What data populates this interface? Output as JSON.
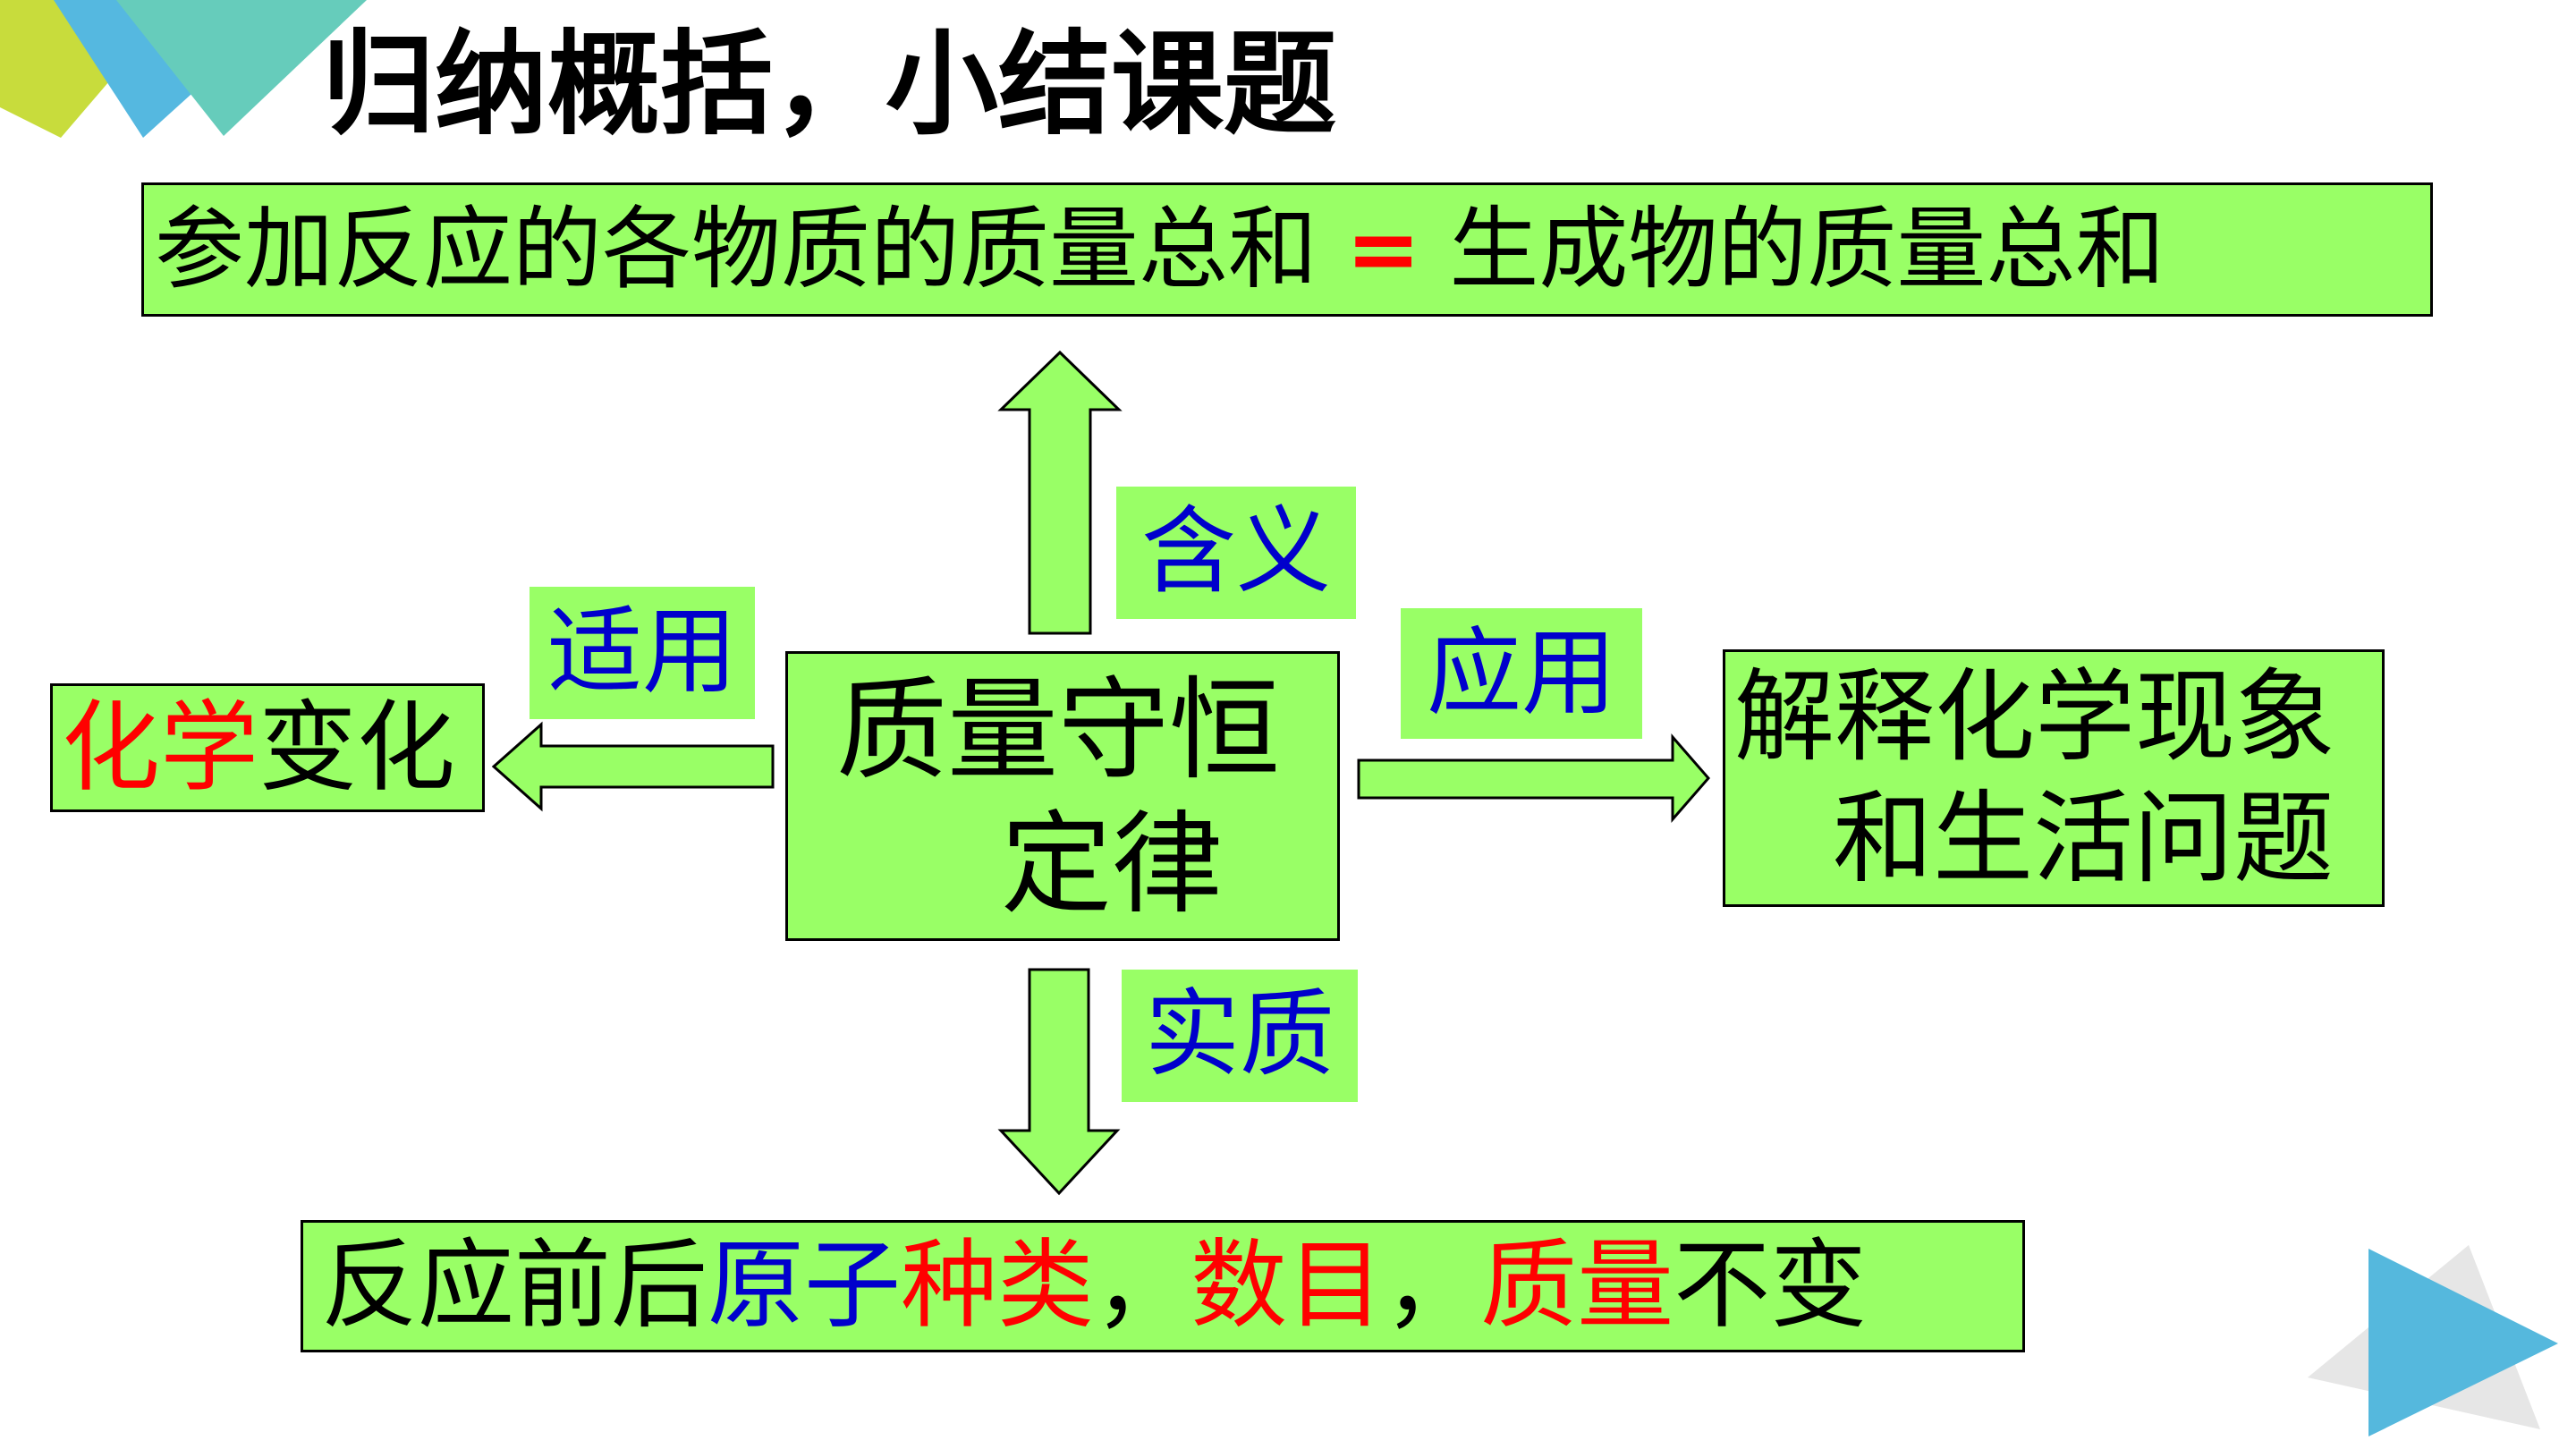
{
  "title": "归纳概括，小结课题",
  "meaning": {
    "left": "参加反应的各物质的质量总和",
    "op": "=",
    "right": "生成物的质量总和"
  },
  "center": {
    "line1": "质量守恒",
    "line2": "定律"
  },
  "labels": {
    "meaning": "含义",
    "scope": "适用",
    "application": "应用",
    "essence": "实质"
  },
  "scope_box": {
    "red": "化学",
    "black": "变化"
  },
  "application_box": {
    "line1": "解释化学现象",
    "line2": "和生活问题"
  },
  "essence_box": {
    "p1": "反应前后",
    "p2": "原子",
    "p3": "种类",
    "p4": "，",
    "p5": "数目",
    "p6": "，",
    "p7": "质量",
    "p8": "不变"
  },
  "colors": {
    "box_fill": "#99ff66",
    "label_text": "#0000cc",
    "highlight": "#ff0000",
    "corner_teal": "#66ccbb",
    "corner_blue": "#55b8e0",
    "corner_lime": "#c8dc3c",
    "play_blue": "#55b8dd",
    "play_gray": "#e6e6e6"
  }
}
